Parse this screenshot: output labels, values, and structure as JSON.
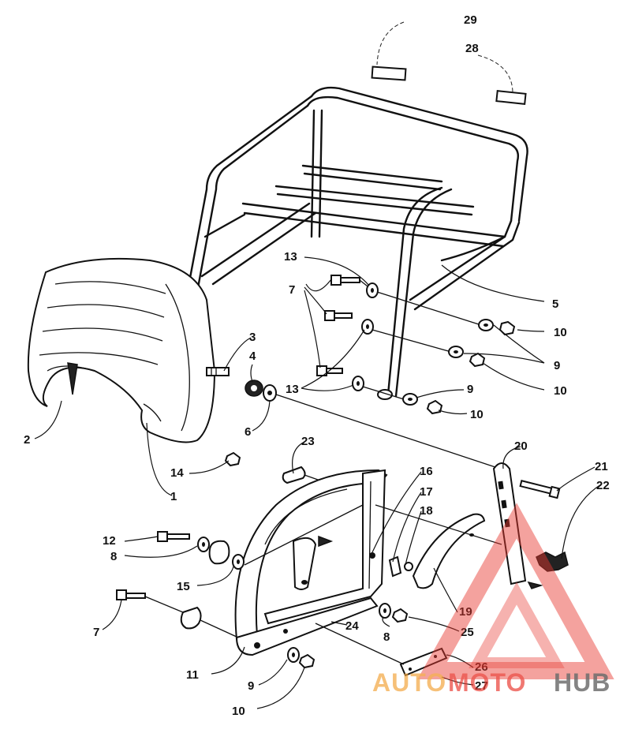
{
  "labels": {
    "l1": "1",
    "l2": "2",
    "l3": "3",
    "l4": "4",
    "l5": "5",
    "l6": "6",
    "l7a": "7",
    "l7b": "7",
    "l8a": "8",
    "l8b": "8",
    "l9a": "9",
    "l9b": "9",
    "l9c": "9",
    "l10a": "10",
    "l10b": "10",
    "l10c": "10",
    "l10d": "10",
    "l11": "11",
    "l12": "12",
    "l13a": "13",
    "l13b": "13",
    "l14": "14",
    "l15": "15",
    "l16": "16",
    "l17": "17",
    "l18": "18",
    "l19": "19",
    "l20": "20",
    "l21": "21",
    "l22": "22",
    "l23": "23",
    "l24": "24",
    "l25": "25",
    "l26": "26",
    "l27": "27",
    "l28": "28",
    "l29": "29"
  },
  "watermark": {
    "part1": "AUTO",
    "part2": "MOTO",
    "part3": "HUB",
    "color_primary": "#e8382f",
    "color_secondary": "#f2a23a",
    "color_dark": "#555555"
  }
}
